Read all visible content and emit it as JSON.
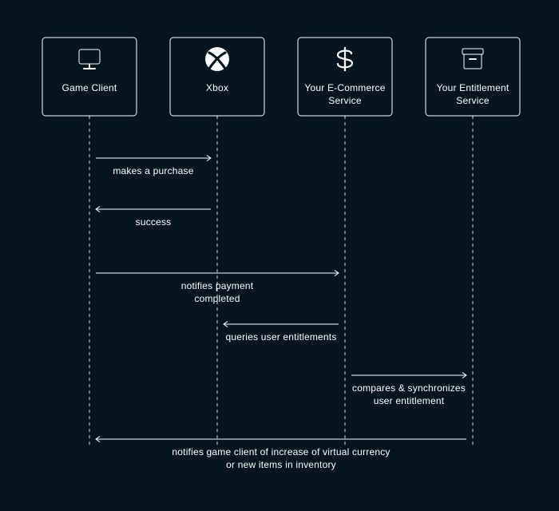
{
  "participants": [
    {
      "label_lines": [
        "Game Client"
      ],
      "icon": "monitor-icon"
    },
    {
      "label_lines": [
        "Xbox"
      ],
      "icon": "xbox-logo-icon"
    },
    {
      "label_lines": [
        "Your E-Commerce",
        "Service"
      ],
      "icon": "dollar-icon"
    },
    {
      "label_lines": [
        "Your Entitlement",
        "Service"
      ],
      "icon": "archive-box-icon"
    }
  ],
  "messages": [
    {
      "from": 0,
      "to": 1,
      "label_lines": [
        "makes a purchase"
      ]
    },
    {
      "from": 1,
      "to": 0,
      "label_lines": [
        "success"
      ]
    },
    {
      "from": 0,
      "to": 2,
      "label_lines": [
        "notifies payment",
        "completed"
      ]
    },
    {
      "from": 2,
      "to": 1,
      "label_lines": [
        "queries user entitlements"
      ]
    },
    {
      "from": 2,
      "to": 3,
      "label_lines": [
        "compares & synchronizes",
        "user entitlement"
      ]
    },
    {
      "from": 3,
      "to": 0,
      "label_lines": [
        "notifies game client of increase of virtual currency",
        "or new items in inventory"
      ]
    }
  ],
  "colors": {
    "background": "#051520",
    "foreground": "#ffffff"
  }
}
